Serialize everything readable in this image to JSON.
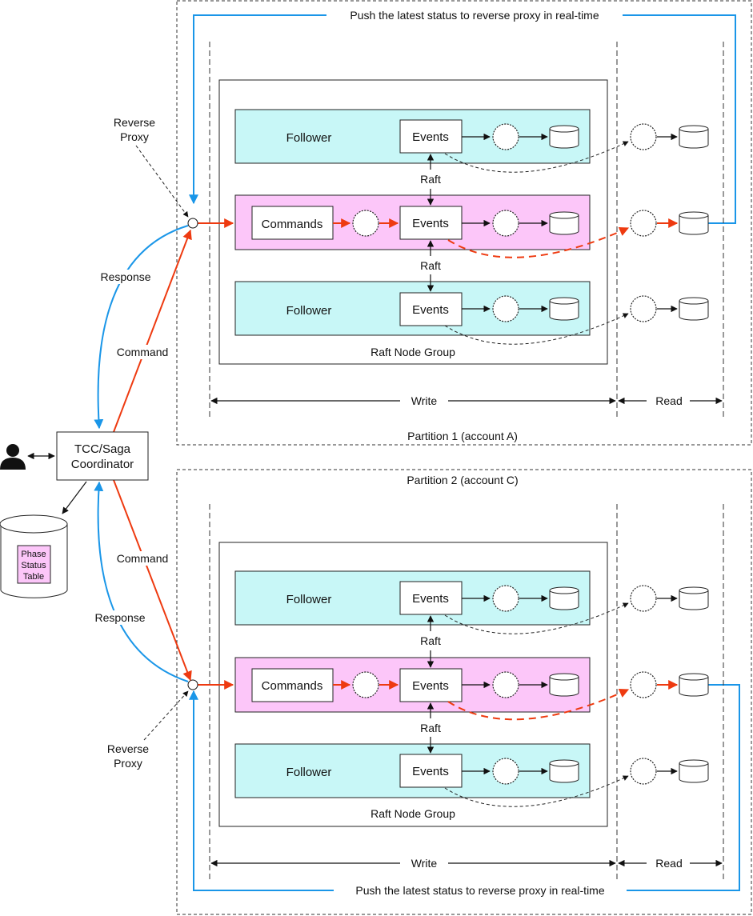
{
  "diagram": {
    "partition1": {
      "title": "Partition 1 (account A)",
      "push_label": "Push the latest status to reverse proxy in real-time",
      "reverse_proxy_label_line1": "Reverse",
      "reverse_proxy_label_line2": "Proxy",
      "follower1_label": "Follower",
      "follower2_label": "Follower",
      "commands_label": "Commands",
      "events_label": "Events",
      "raft_label": "Raft",
      "group_label": "Raft Node Group",
      "write_label": "Write",
      "read_label": "Read",
      "response_label": "Response",
      "command_label": "Command"
    },
    "partition2": {
      "title": "Partition 2 (account C)",
      "push_label": "Push the latest status to reverse proxy in real-time",
      "reverse_proxy_label_line1": "Reverse",
      "reverse_proxy_label_line2": "Proxy",
      "follower1_label": "Follower",
      "follower2_label": "Follower",
      "commands_label": "Commands",
      "events_label": "Events",
      "raft_label": "Raft",
      "group_label": "Raft Node Group",
      "write_label": "Write",
      "read_label": "Read",
      "response_label": "Response",
      "command_label": "Command"
    },
    "coordinator": {
      "line1": "TCC/Saga",
      "line2": "Coordinator"
    },
    "database": {
      "line1": "Phase",
      "line2": "Status",
      "line3": "Table"
    },
    "colors": {
      "follower_fill": "#c8f7f7",
      "leader_fill": "#fcc6f9",
      "command_arrow": "#ee3a10",
      "response_arrow": "#1a96e8"
    }
  }
}
